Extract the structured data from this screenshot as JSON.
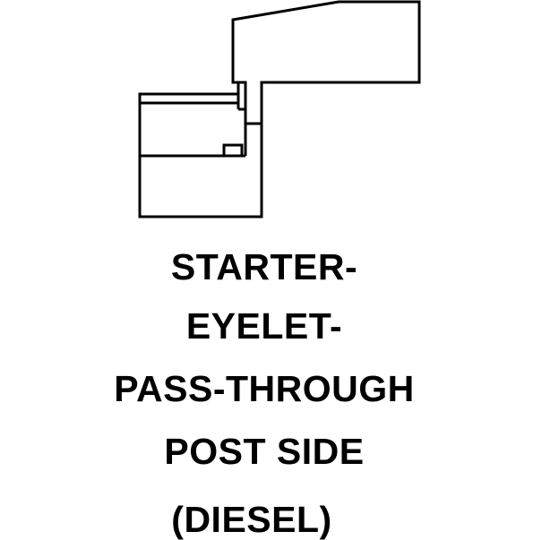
{
  "caption": {
    "line1": "STARTER-",
    "line2": "EYELET-",
    "line3": "PASS-THROUGH",
    "line4": "POST SIDE",
    "line5": "(DIESEL)"
  },
  "colors": {
    "stroke": "#000000",
    "background": "#ffffff"
  }
}
